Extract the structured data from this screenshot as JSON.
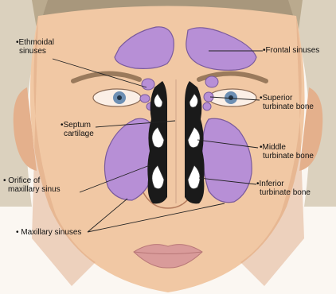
{
  "labels": {
    "ethmoidal_sinuses": [
      "•Ethmoidal",
      "sinuses"
    ],
    "frontal_sinuses": [
      "•Frontal sinuses"
    ],
    "superior_turbinate": [
      "•Superior",
      "turbinate bone"
    ],
    "septum_cartilage": [
      "•Septum",
      "cartilage"
    ],
    "middle_turbinate": [
      "•Middle",
      "turbinate bone"
    ],
    "orifice_maxillary": [
      "• Orifice of",
      "maxillary sinus"
    ],
    "inferior_turbinate": [
      "•Inferior",
      "turbinate bone"
    ],
    "maxillary_sinuses": [
      "• Maxillary sinuses"
    ]
  },
  "colors": {
    "skin": "#f1c8a4",
    "skin_shadow": "#dba27d",
    "hair": "#9c8b72",
    "sinus": "#b78fd6",
    "sinus_outline": "#7a5a9c",
    "cavity": "#1a1a1a",
    "turbinate": "#ffffff",
    "lips": "#d99b9a",
    "iris": "#6d8fb3",
    "leader": "#222222"
  }
}
